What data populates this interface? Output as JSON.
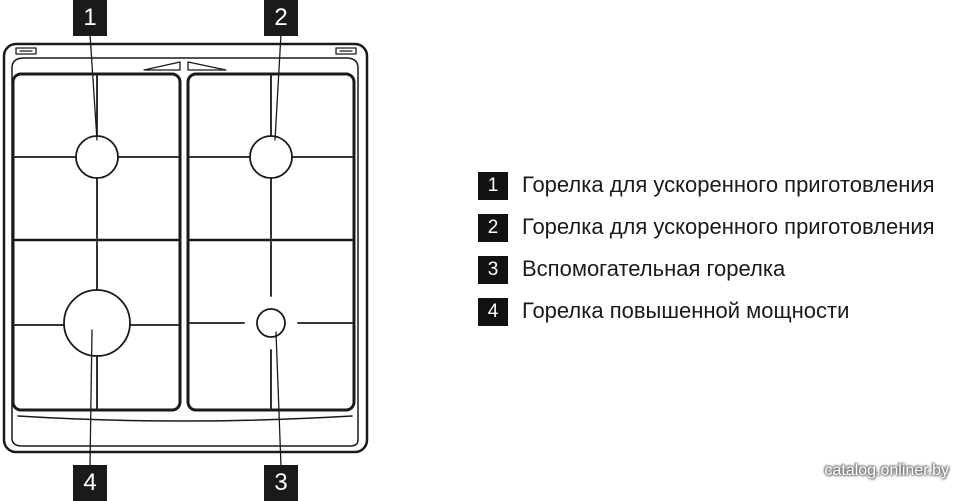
{
  "callouts": {
    "top_left": "1",
    "top_right": "2",
    "bottom_right": "3",
    "bottom_left": "4"
  },
  "legend": [
    {
      "number": "1",
      "label": "Горелка для ускоренного приготовления"
    },
    {
      "number": "2",
      "label": "Горелка для ускоренного приготовления"
    },
    {
      "number": "3",
      "label": "Вспомогательная горелка"
    },
    {
      "number": "4",
      "label": "Горелка повышенной мощности"
    }
  ],
  "watermark": "catalog.onliner.by",
  "colors": {
    "line": "#1a1a1a",
    "badge": "#1a1a1a",
    "background": "#ffffff"
  }
}
